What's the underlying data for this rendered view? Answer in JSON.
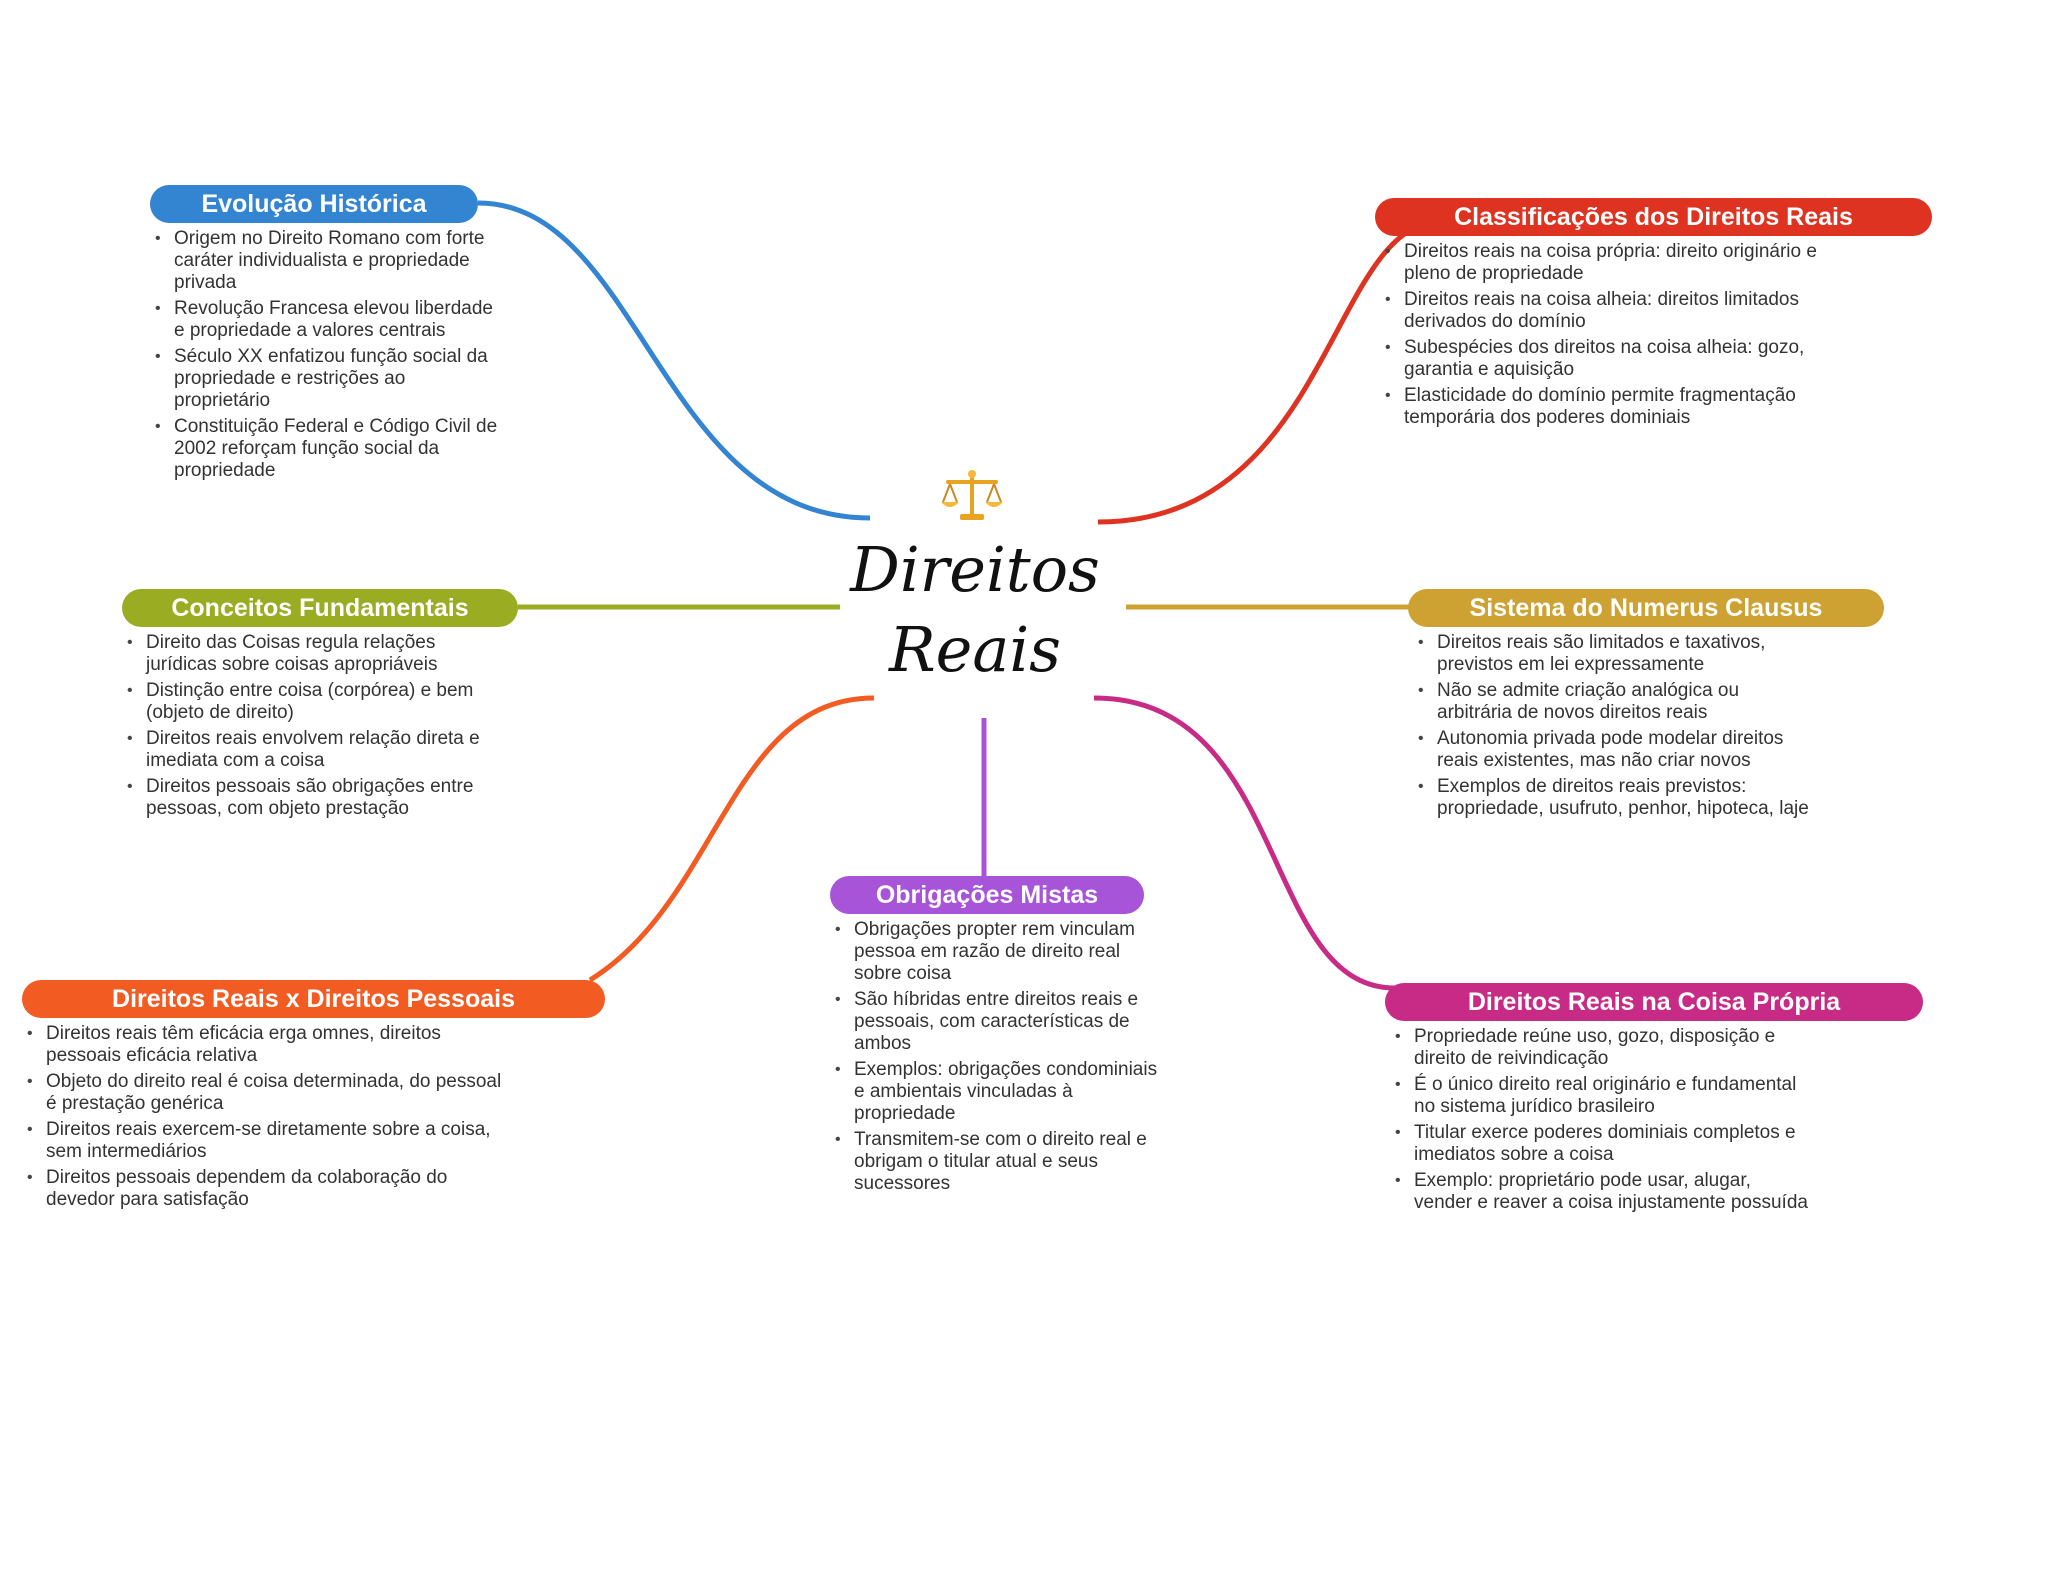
{
  "center": {
    "title_line1": "Direitos",
    "title_line2": "Reais",
    "icon": "balance-scale-icon"
  },
  "branches": {
    "evolucao": {
      "title": "Evolução Histórica",
      "color": "#3384d1",
      "items": [
        "Origem no Direito Romano com forte caráter individualista e propriedade privada",
        "Revolução Francesa elevou liberdade e propriedade a valores centrais",
        "Século XX enfatizou função social da propriedade e restrições ao proprietário",
        "Constituição Federal e Código Civil de 2002 reforçam função social da propriedade"
      ]
    },
    "classificacoes": {
      "title": "Classificações dos Direitos Reais",
      "color": "#dd3320",
      "items": [
        "Direitos reais na coisa própria: direito originário e pleno de propriedade",
        "Direitos reais na coisa alheia: direitos limitados derivados do domínio",
        "Subespécies dos direitos na coisa alheia: gozo, garantia e aquisição",
        "Elasticidade do domínio permite fragmentação temporária dos poderes dominiais"
      ]
    },
    "conceitos": {
      "title": "Conceitos Fundamentais",
      "color": "#9aac22",
      "items": [
        "Direito das Coisas regula relações jurídicas sobre coisas apropriáveis",
        "Distinção entre coisa (corpórea) e bem (objeto de direito)",
        "Direitos reais envolvem relação direta e imediata com a coisa",
        "Direitos pessoais são obrigações entre pessoas, com objeto prestação"
      ]
    },
    "numerus": {
      "title": "Sistema do Numerus Clausus",
      "color": "#cea232",
      "items": [
        "Direitos reais são limitados e taxativos, previstos em lei expressamente",
        "Não se admite criação analógica ou arbitrária de novos direitos reais",
        "Autonomia privada pode modelar direitos reais existentes, mas não criar novos",
        "Exemplos de direitos reais previstos: propriedade, usufruto, penhor, hipoteca, laje"
      ]
    },
    "pessoais": {
      "title": "Direitos Reais x Direitos Pessoais",
      "color": "#f25b22",
      "items": [
        "Direitos reais têm eficácia erga omnes, direitos pessoais eficácia relativa",
        "Objeto do direito real é coisa determinada, do pessoal é prestação genérica",
        "Direitos reais exercem-se diretamente sobre a coisa, sem intermediários",
        "Direitos pessoais dependem da colaboração do devedor para satisfação"
      ]
    },
    "mistas": {
      "title": "Obrigações Mistas",
      "color": "#a754d8",
      "items": [
        "Obrigações propter rem vinculam pessoa em razão de direito real sobre coisa",
        "São híbridas entre direitos reais e pessoais, com características de ambos",
        "Exemplos: obrigações condominiais e ambientais vinculadas à propriedade",
        "Transmitem-se com o direito real e obrigam o titular atual e seus sucessores"
      ]
    },
    "propria": {
      "title": "Direitos Reais na Coisa Própria",
      "color": "#c82b86",
      "items": [
        "Propriedade reúne uso, gozo, disposição e direito de reivindicação",
        "É o único direito real originário e fundamental no sistema jurídico brasileiro",
        "Titular exerce poderes dominiais completos e imediatos sobre a coisa",
        "Exemplo: proprietário pode usar, alugar, vender e reaver a coisa injustamente possuída"
      ]
    }
  }
}
